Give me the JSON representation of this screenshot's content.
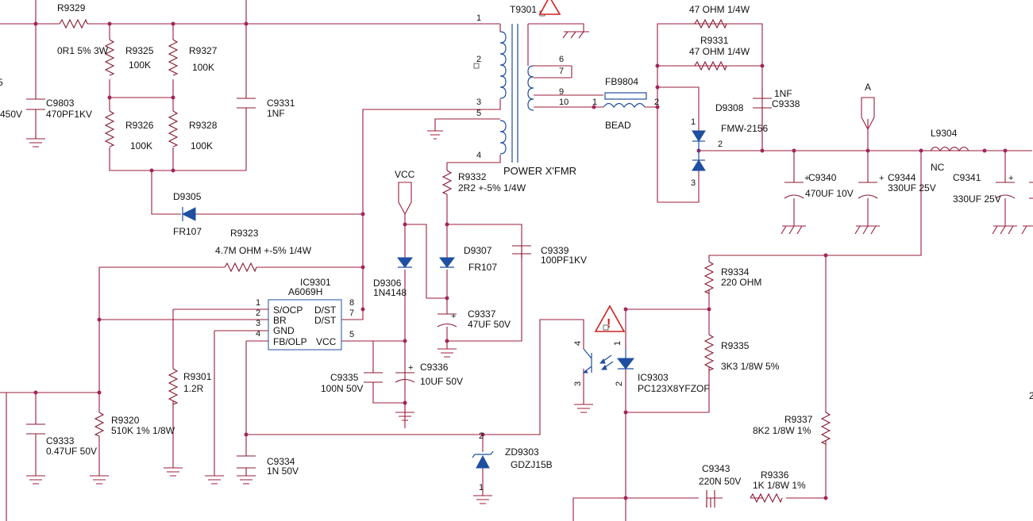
{
  "labels": {
    "r9329": "R9329",
    "r9329v": "0R1 5% 3W",
    "r9325": "R9325",
    "r9325v": "100K",
    "r9327": "R9327",
    "r9327v": "100K",
    "r9326": "R9326",
    "r9326v": "100K",
    "r9328": "R9328",
    "r9328v": "100K",
    "c9803": "C9803",
    "c9803v": "470PF1KV",
    "v450": "450V",
    "edge5": "5",
    "c9331": "C9331",
    "c9331v": "1NF",
    "t9301": "T9301",
    "xfmr": "POWER X'FMR",
    "p1": "1",
    "p2": "2",
    "p3": "3",
    "p5": "5",
    "p4": "4",
    "p6": "6",
    "p7": "7",
    "p9": "9",
    "p10": "10",
    "fb9804": "FB9804",
    "bead": "BEAD",
    "fb1": "1",
    "fb2": "2",
    "r9330v": "47 OHM 1/4W",
    "r9331": "R9331",
    "r9331v": "47 OHM 1/4W",
    "c9338v": "1NF",
    "c9338": "C9338",
    "d9308": "D9308",
    "fmw": "FMW-2156",
    "d1": "1",
    "d2": "2",
    "d3": "3",
    "a": "A",
    "l9304": "L9304",
    "nc": "NC",
    "c9340": "C9340",
    "c9340v": "470UF 10V",
    "c9344": "C9344",
    "c9344v": "330UF 25V",
    "c9341": "C9341",
    "c9341v": "330UF 25V",
    "d9305": "D9305",
    "fr107": "FR107",
    "r9323": "R9323",
    "r9323v": "4.7M OHM +-5% 1/4W",
    "vcc": "VCC",
    "r9332": "R9332",
    "r9332v": "2R2 +-5% 1/4W",
    "d9307": "D9307",
    "fr107b": "FR107",
    "c9339": "C9339",
    "c9339v": "100PF1KV",
    "ic9301": "IC9301",
    "a6069h": "A6069H",
    "pin1": "1",
    "pin2": "2",
    "pin3": "3",
    "pin4": "4",
    "pin8": "8",
    "pin7": "7",
    "pin5": "5",
    "socp": "S/OCP",
    "br": "BR",
    "gnd": "GND",
    "fbolp": "FB/OLP",
    "dst1": "D/ST",
    "dst2": "D/ST",
    "vccpin": "VCC",
    "d9306": "D9306",
    "n4148": "1N4148",
    "c9337": "C9337",
    "c9337v": "47UF 50V",
    "c9335": "C9335",
    "c9335v": "100N 50V",
    "c9336": "C9336",
    "c9336v": "10UF 50V",
    "r9301": "R9301",
    "r9301v": "1.2R",
    "c9333": "C9333",
    "c9333v": "0.47UF 50V",
    "r9320": "R9320",
    "r9320v": "510K 1% 1/8W",
    "c9334": "C9334",
    "c9334v": "1N 50V",
    "zd9303": "ZD9303",
    "gdzj": "GDZJ15B",
    "z1": "1",
    "z2": "2",
    "ic9303": "IC9303",
    "pc123": "PC123X8YFZOF",
    "o1": "1",
    "o2": "2",
    "o3": "3",
    "o4": "4",
    "r9334": "R9334",
    "r9334v": "220 OHM",
    "r9335": "R9335",
    "r9335v": "3K3 1/8W 5%",
    "r9337": "R9337",
    "r9337v": "8K2 1/8W 1%",
    "c9343": "C9343",
    "c9343v": "220N 50V",
    "r9336": "R9336",
    "r9336v": "1K 1/8W 1%",
    "edge2": "2",
    "plus": "+"
  },
  "colors": {
    "wire": "#9b1c3a",
    "component": "#1f4fa0",
    "warning": "#d02020"
  },
  "icons": [
    "ground-icon",
    "warning-triangle-icon",
    "diode-icon",
    "zener-icon",
    "optocoupler-icon"
  ]
}
